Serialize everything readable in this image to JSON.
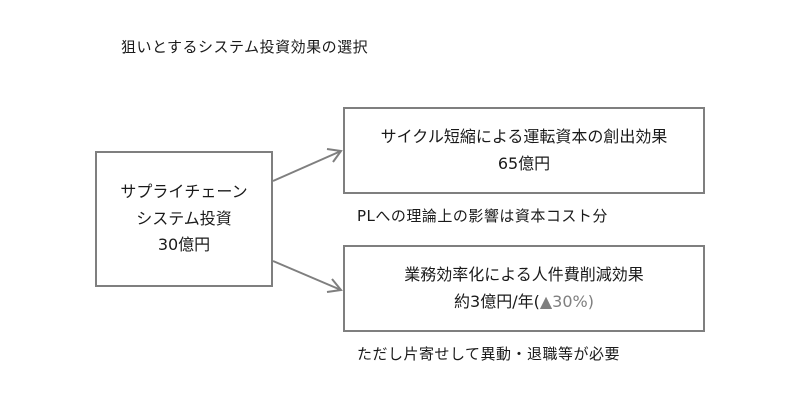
{
  "title": "狙いとするシステム投資効果の選択",
  "source": {
    "line1": "サプライチェーン",
    "line2": "システム投資",
    "line3": "30億円"
  },
  "effect1": {
    "title": "サイクル短縮による運転資本の創出効果",
    "value": "65億円",
    "note": "PLへの理論上の影響は資本コスト分"
  },
  "effect2": {
    "title": "業務効率化による人件費削減効果",
    "value_prefix": "約3億円/年(",
    "value_reduction": "▲30%)",
    "note": "ただし片寄せして異動・退職等が必要"
  },
  "colors": {
    "border": "#7f7f7f",
    "arrow": "#7f7f7f",
    "text": "#1a1a1a",
    "muted_text": "#7f7f7f"
  }
}
